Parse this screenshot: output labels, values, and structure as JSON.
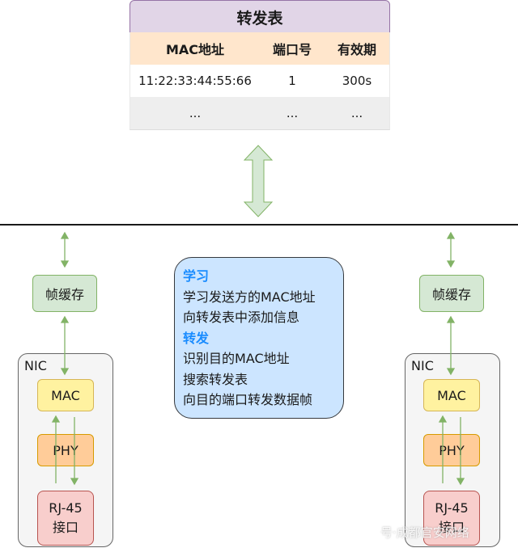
{
  "forwarding_table": {
    "title": "转发表",
    "headers": [
      "MAC地址",
      "端口号",
      "有效期"
    ],
    "rows": [
      [
        "11:22:33:44:55:66",
        "1",
        "300s"
      ],
      [
        "...",
        "...",
        "..."
      ]
    ]
  },
  "left_node": {
    "buffer_label": "帧缓存",
    "nic_label": "NIC",
    "mac_label": "MAC",
    "phy_label": "PHY",
    "rj45_line1": "RJ-45",
    "rj45_line2": "接口"
  },
  "right_node": {
    "buffer_label": "帧缓存",
    "nic_label": "NIC",
    "mac_label": "MAC",
    "phy_label": "PHY",
    "rj45_line1": "RJ-45",
    "rj45_line2": "接口"
  },
  "info": {
    "learn_heading": "学习",
    "learn_line1": "学习发送方的MAC地址",
    "learn_line2": "向转发表中添加信息",
    "forward_heading": "转发",
    "forward_line1": "识别目的MAC地址",
    "forward_line2": "搜索转发表",
    "forward_line3": "向目的端口转发数据帧"
  },
  "watermark": "号·成都官安网络",
  "colors": {
    "arrow_fill": "#d5e8d4",
    "arrow_stroke": "#82b366",
    "heading_blue": "#1a8cff"
  }
}
